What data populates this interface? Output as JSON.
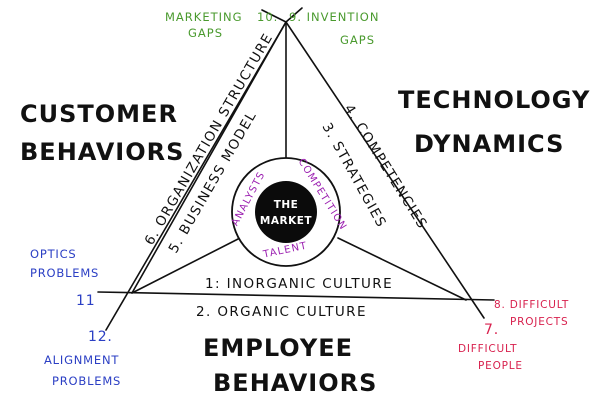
{
  "regions": {
    "customer": [
      "CUSTOMER",
      "BEHAVIORS"
    ],
    "technology": [
      "TECHNOLOGY",
      "DYNAMICS"
    ],
    "employee": [
      "EMPLOYEE",
      "BEHAVIORS"
    ]
  },
  "center": {
    "core": [
      "THE",
      "MARKET"
    ],
    "ring": [
      "ANALYSTS",
      "COMPETITION",
      "TALENT"
    ]
  },
  "edges": {
    "e1": "1: INORGANIC CULTURE",
    "e2": "2. ORGANIC CULTURE",
    "e3": "3. STRATEGIES",
    "e4": "4. COMPETENCIES",
    "e5": "5. BUSINESS MODEL",
    "e6": "6. ORGANIZATION STRUCTURE"
  },
  "gaps": {
    "marketing": [
      "MARKETING",
      "GAPS"
    ],
    "marketing_num": "10.",
    "invention": [
      "9. INVENTION",
      "GAPS"
    ],
    "optics": [
      "OPTICS",
      "PROBLEMS"
    ],
    "optics_num": "11",
    "alignment_num": "12.",
    "alignment": [
      "ALIGNMENT",
      "PROBLEMS"
    ],
    "projects": [
      "8. DIFFICULT",
      "PROJECTS"
    ],
    "people_num": "7.",
    "people": [
      "DIFFICULT",
      "PEOPLE"
    ]
  },
  "colors": {
    "ink": "#111111",
    "green": "#4a9a2e",
    "blue": "#2b3fc4",
    "red": "#d8214e",
    "purple": "#9b1fb0"
  }
}
